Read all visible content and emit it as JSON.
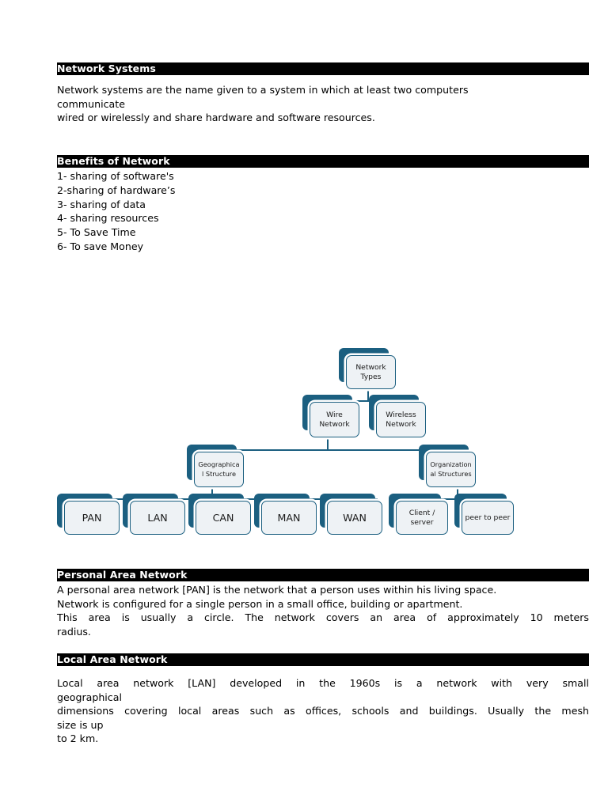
{
  "document": {
    "sections": [
      {
        "id": "network-systems",
        "heading": "Network Systems",
        "lines": [
          "Network systems are the name given to a system in which at least two computers",
          "communicate",
          "wired or wirelessly and share hardware and software resources."
        ]
      },
      {
        "id": "benefits-of-network",
        "heading": "Benefits of Network",
        "items": [
          "1- sharing of software's",
          "2-sharing of hardware’s",
          "3- sharing of data",
          "4- sharing resources",
          "5- To Save Time",
          "6- To save Money"
        ]
      },
      {
        "id": "personal-area-network",
        "heading": "Personal Area Network",
        "lines": [
          "A personal area network [PAN] is the network that a person uses within his living space.",
          "Network is configured for a single person in a small office, building or apartment.",
          "This area is usually a circle. The network covers an area of approximately 10 meters",
          "radius."
        ]
      },
      {
        "id": "local-area-network",
        "heading": "Local Area Network",
        "lines": [
          "Local area network [LAN] developed in the 1960s is a network with very small",
          "geographical",
          "dimensions covering local areas such as offices, schools and buildings. Usually the mesh",
          "size is up",
          "to 2 km."
        ]
      }
    ]
  },
  "diagram": {
    "name": "network-types-hierarchy",
    "colors": {
      "node_shadow": "#1b5f80",
      "node_face": "#eef2f5",
      "node_border": "#1b5f80",
      "connector": "#1b5f80",
      "node_text": "#1a1a1a"
    },
    "nodes": {
      "root": {
        "label_line1": "Network",
        "label_line2": "Types"
      },
      "wire": {
        "label_line1": "Wire",
        "label_line2": "Network"
      },
      "wireless": {
        "label_line1": "Wireless",
        "label_line2": "Network"
      },
      "geographical": {
        "label_line1": "Geographica",
        "label_line2": "l Structure"
      },
      "organizational": {
        "label_line1": "Organization",
        "label_line2": "al Structures"
      },
      "pan": {
        "label_line1": "PAN",
        "label_line2": ""
      },
      "lan": {
        "label_line1": "LAN",
        "label_line2": ""
      },
      "can": {
        "label_line1": "CAN",
        "label_line2": ""
      },
      "man": {
        "label_line1": "MAN",
        "label_line2": ""
      },
      "wan": {
        "label_line1": "WAN",
        "label_line2": ""
      },
      "client_server": {
        "label_line1": "Client /",
        "label_line2": "server"
      },
      "peer_to_peer": {
        "label_line1": "peer to peer",
        "label_line2": ""
      }
    }
  }
}
